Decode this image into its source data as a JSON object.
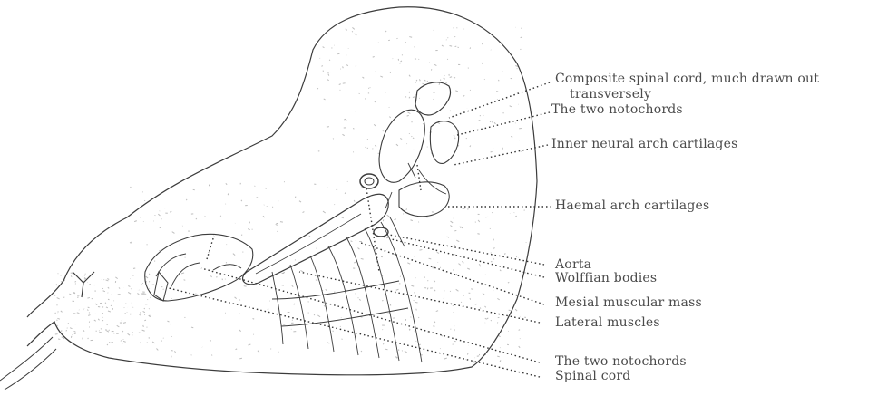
{
  "figure": {
    "labels": {
      "spinal_cord_composite": "Composite spinal cord, much drawn out",
      "spinal_cord_composite_2": "transversely",
      "notochords_upper": "The two notochords",
      "inner_neural_arch": "Inner neural arch cartilages",
      "haemal_arch": "Haemal arch cartilages",
      "aorta": "Aorta",
      "wolffian_bodies": "Wolffian bodies",
      "mesial_muscular_mass": "Mesial muscular mass",
      "lateral_muscles": "Lateral muscles",
      "notochords_lower": "The two notochords",
      "spinal_cord": "Spinal cord"
    },
    "colors": {
      "ink": "#3c3c3c",
      "stipple": "#bdbdbd",
      "label": "#4a4a4a"
    }
  }
}
